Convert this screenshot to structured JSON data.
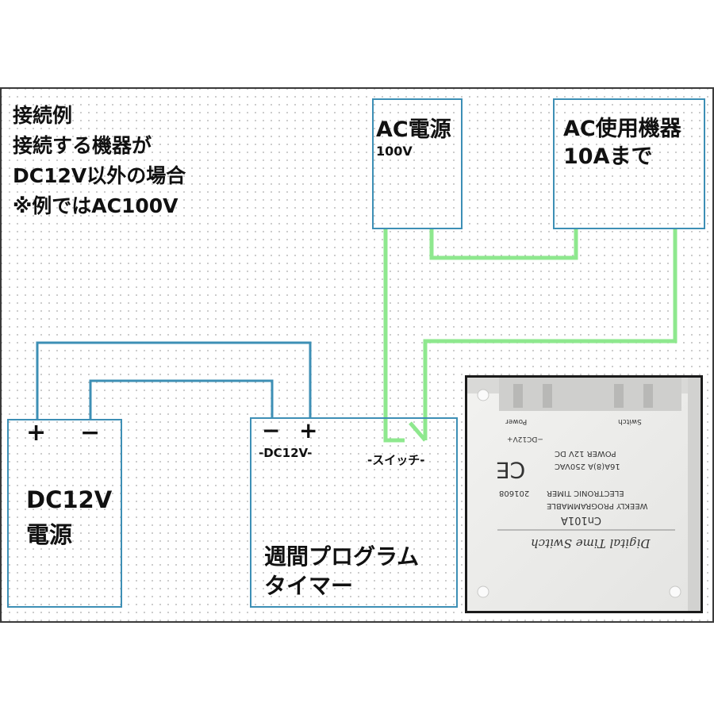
{
  "colors": {
    "wire_blue": "#3d8fb5",
    "wire_green": "#8ee88e",
    "frame": "#3a3a3a"
  },
  "note": {
    "line1": "接続例",
    "line2": "接続する機器が",
    "line3": "DC12V以外の場合",
    "line4": "※例ではAC100V"
  },
  "ac_power": {
    "title": "AC電源",
    "voltage": "100V"
  },
  "ac_device": {
    "line1": "AC使用機器",
    "line2": "10Aまで"
  },
  "dc_supply": {
    "plus": "+",
    "minus": "−",
    "line1": "DC12V",
    "line2": "電源"
  },
  "timer": {
    "minus": "−",
    "plus": "+",
    "dc_label": "-DC12V-",
    "switch_label": "-スイッチ-",
    "line1": "週間プログラム",
    "line2": "タイマー"
  },
  "device_photo": {
    "terminal_power": "Power",
    "terminal_dc": "−DC12V+",
    "terminal_switch": "Switch",
    "rating_1": "POWER 12V DC",
    "rating_2": "16A(8)A 250VAC",
    "info_1": "WEEKLY PROGRAMMABLE",
    "info_2": "ELECTRONIC TIMER",
    "code": "201608",
    "model": "Cn101A",
    "brand": "Digital Time Switch",
    "ce": "CE"
  }
}
